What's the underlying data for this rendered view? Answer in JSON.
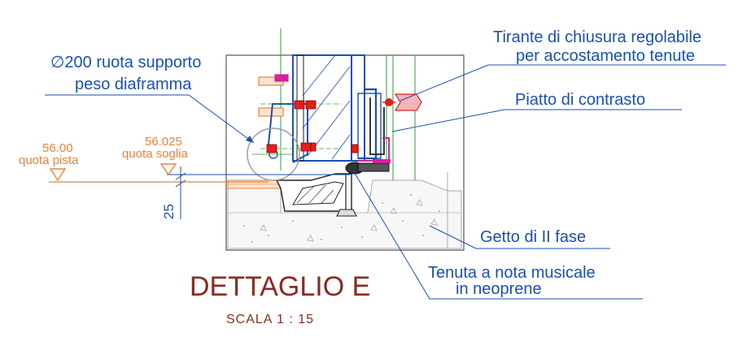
{
  "labels": {
    "wheel": {
      "line1": "∅200 ruota supporto",
      "line2": "peso diaframma"
    },
    "tie_rod": {
      "line1": "Tirante di chiusura regolabile",
      "line2": "per accostamento tenute"
    },
    "counter_plate": "Piatto di contrasto",
    "second_phase_cast": "Getto di II fase",
    "seal": {
      "line1": "Tenuta a nota musicale",
      "line2": "in neoprene"
    }
  },
  "levels": {
    "track": {
      "value": "56.00",
      "name": "quota pista"
    },
    "sill": {
      "value": "56.025",
      "name": "quota soglia"
    }
  },
  "dimension": "25",
  "title": "DETTAGLIO E",
  "scale": "SCALA 1 : 15",
  "colors": {
    "blue": "#1a4fb8",
    "orange": "#e8833a",
    "magenta": "#d6229a",
    "red": "#e0201a",
    "green": "#2e9e3a",
    "title": "#8a2a22",
    "gray": "#9a9a9a"
  }
}
